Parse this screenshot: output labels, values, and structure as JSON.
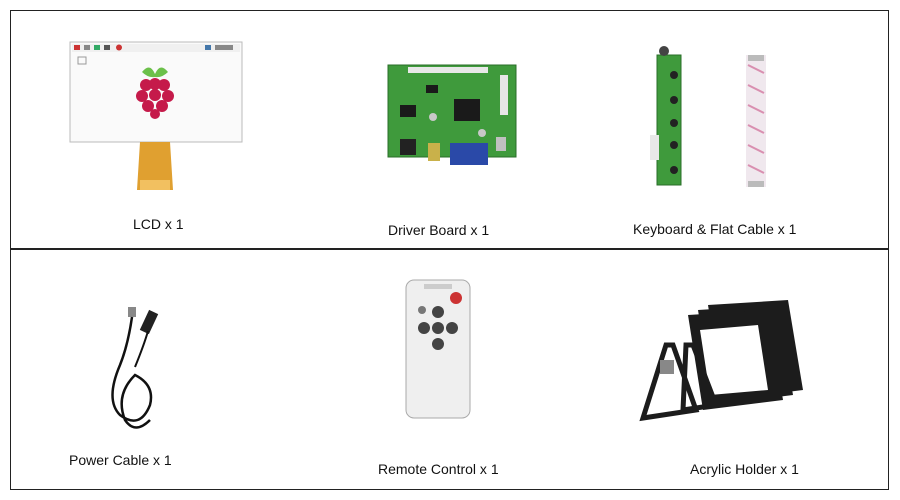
{
  "items": [
    {
      "label": "LCD x 1",
      "icon": "lcd-panel-icon"
    },
    {
      "label": "Driver Board x 1",
      "icon": "driver-board-icon"
    },
    {
      "label": "Keyboard & Flat Cable x 1",
      "icon": "keyboard-flat-cable-icon"
    },
    {
      "label": "Power Cable x 1",
      "icon": "power-cable-icon"
    },
    {
      "label": "Remote Control x 1",
      "icon": "remote-control-icon"
    },
    {
      "label": "Acrylic Holder x 1",
      "icon": "acrylic-holder-icon"
    }
  ],
  "colors": {
    "border": "#222222",
    "pcb_green": "#3f9a3c",
    "raspberry_red": "#c51a4a",
    "leaf_green": "#6cc04a",
    "ribbon_gold": "#e0a030",
    "acrylic_black": "#1c1c1c"
  }
}
